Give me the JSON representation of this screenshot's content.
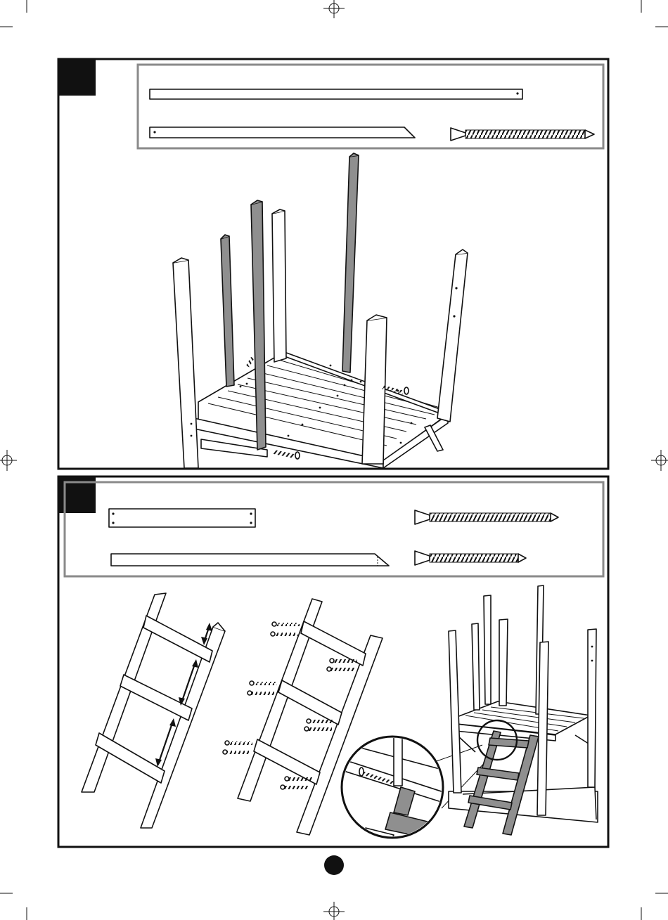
{
  "page": {
    "background": "#ffffff",
    "frame_color": "#111111",
    "parts_box_border": "#8a8a8a",
    "highlight_part_fill": "#8f8f8f"
  },
  "steps": [
    {
      "step_number_badge": "black-square",
      "parts": [
        "long-rail-board",
        "angled-brace-board",
        "long-screw-icon"
      ],
      "illustration": "deck-with-posts"
    },
    {
      "step_number_badge": "black-square",
      "parts": [
        "ladder-rung-board",
        "ladder-side-rail-board",
        "long-screw-icon",
        "medium-screw-icon"
      ],
      "illustrations": [
        "rung-spacing-diagram",
        "rung-screwing-diagram",
        "ladder-detail-callout",
        "assembled-playhouse-with-ladder"
      ]
    }
  ],
  "footer": {
    "page_badge": "black-circle"
  }
}
